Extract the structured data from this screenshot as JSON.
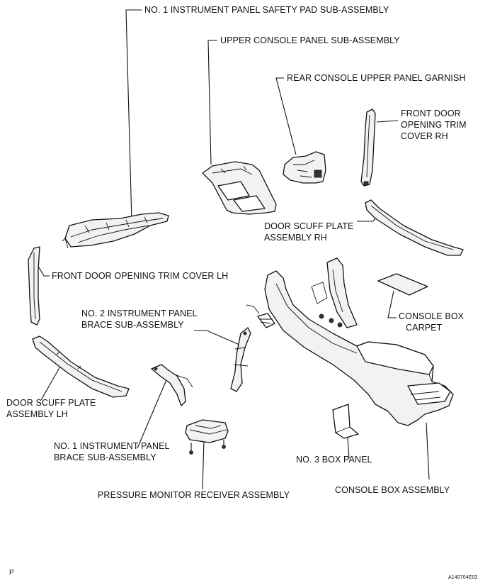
{
  "diagram": {
    "labels": {
      "safety_pad": "NO. 1 INSTRUMENT PANEL SAFETY PAD SUB-ASSEMBLY",
      "upper_console": "UPPER CONSOLE PANEL SUB-ASSEMBLY",
      "rear_garnish": "REAR CONSOLE UPPER PANEL GARNISH",
      "front_trim_rh": [
        "FRONT DOOR",
        "OPENING TRIM",
        "COVER RH"
      ],
      "scuff_rh": [
        "DOOR SCUFF PLATE",
        "ASSEMBLY RH"
      ],
      "front_trim_lh": "FRONT DOOR OPENING TRIM COVER LH",
      "brace_no2": [
        "NO. 2 INSTRUMENT PANEL",
        "BRACE SUB-ASSEMBLY"
      ],
      "console_carpet": [
        "CONSOLE BOX",
        "CARPET"
      ],
      "scuff_lh": [
        "DOOR SCUFF PLATE",
        "ASSEMBLY LH"
      ],
      "brace_no1": [
        "NO. 1 INSTRUMENT PANEL",
        "BRACE SUB-ASSEMBLY"
      ],
      "box_panel": "NO. 3 BOX PANEL",
      "pressure_receiver": "PRESSURE MONITOR RECEIVER ASSEMBLY",
      "console_box": "CONSOLE BOX ASSEMBLY"
    },
    "page_code": "P",
    "figure_id": "A140704E03"
  }
}
